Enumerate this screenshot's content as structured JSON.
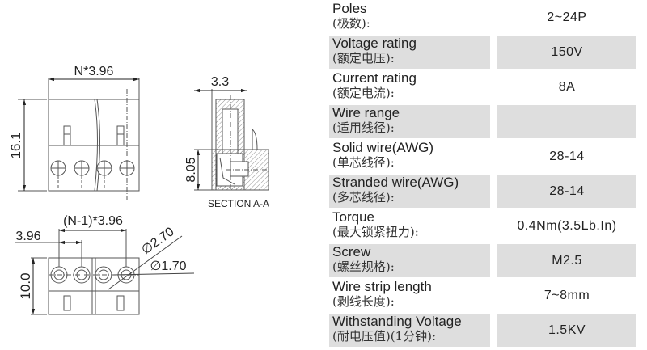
{
  "drawing": {
    "front_view": {
      "width_dim": "N*3.96",
      "height_dim": "16.1"
    },
    "section_view": {
      "width_dim": "3.3",
      "height_dim": "8.05",
      "caption": "SECTION A-A"
    },
    "top_view": {
      "span_dim": "(N-1)*3.96",
      "pitch_dim": "3.96",
      "height_dim": "10.0",
      "outer_diameter": "∅2.70",
      "inner_diameter": "∅1.70"
    }
  },
  "specs": [
    {
      "label_en": "Poles",
      "label_cn": "(极数):",
      "value": "2~24P",
      "shaded": false
    },
    {
      "label_en": "Voltage rating",
      "label_cn": "(额定电压):",
      "value": "150V",
      "shaded": true
    },
    {
      "label_en": "Current rating",
      "label_cn": "(额定电流):",
      "value": "8A",
      "shaded": false
    },
    {
      "label_en": "Wire range",
      "label_cn": "(适用线径):",
      "value": "",
      "shaded": true
    },
    {
      "label_en": "Solid wire(AWG)",
      "label_cn": "(单芯线径):",
      "value": "28-14",
      "shaded": false
    },
    {
      "label_en": "Stranded wire(AWG)",
      "label_cn": "(多芯线径):",
      "value": "28-14",
      "shaded": true
    },
    {
      "label_en": "Torque",
      "label_cn": "(最大锁紧扭力):",
      "value": "0.4Nm(3.5Lb.In)",
      "shaded": false
    },
    {
      "label_en": "Screw",
      "label_cn": "(螺丝规格):",
      "value": "M2.5",
      "shaded": true
    },
    {
      "label_en": "Wire strip length",
      "label_cn": "(剥线长度):",
      "value": "7~8mm",
      "shaded": false
    },
    {
      "label_en": "Withstanding Voltage",
      "label_cn": "(耐电压值)(1分钟):",
      "value": "1.5KV",
      "shaded": true
    }
  ]
}
